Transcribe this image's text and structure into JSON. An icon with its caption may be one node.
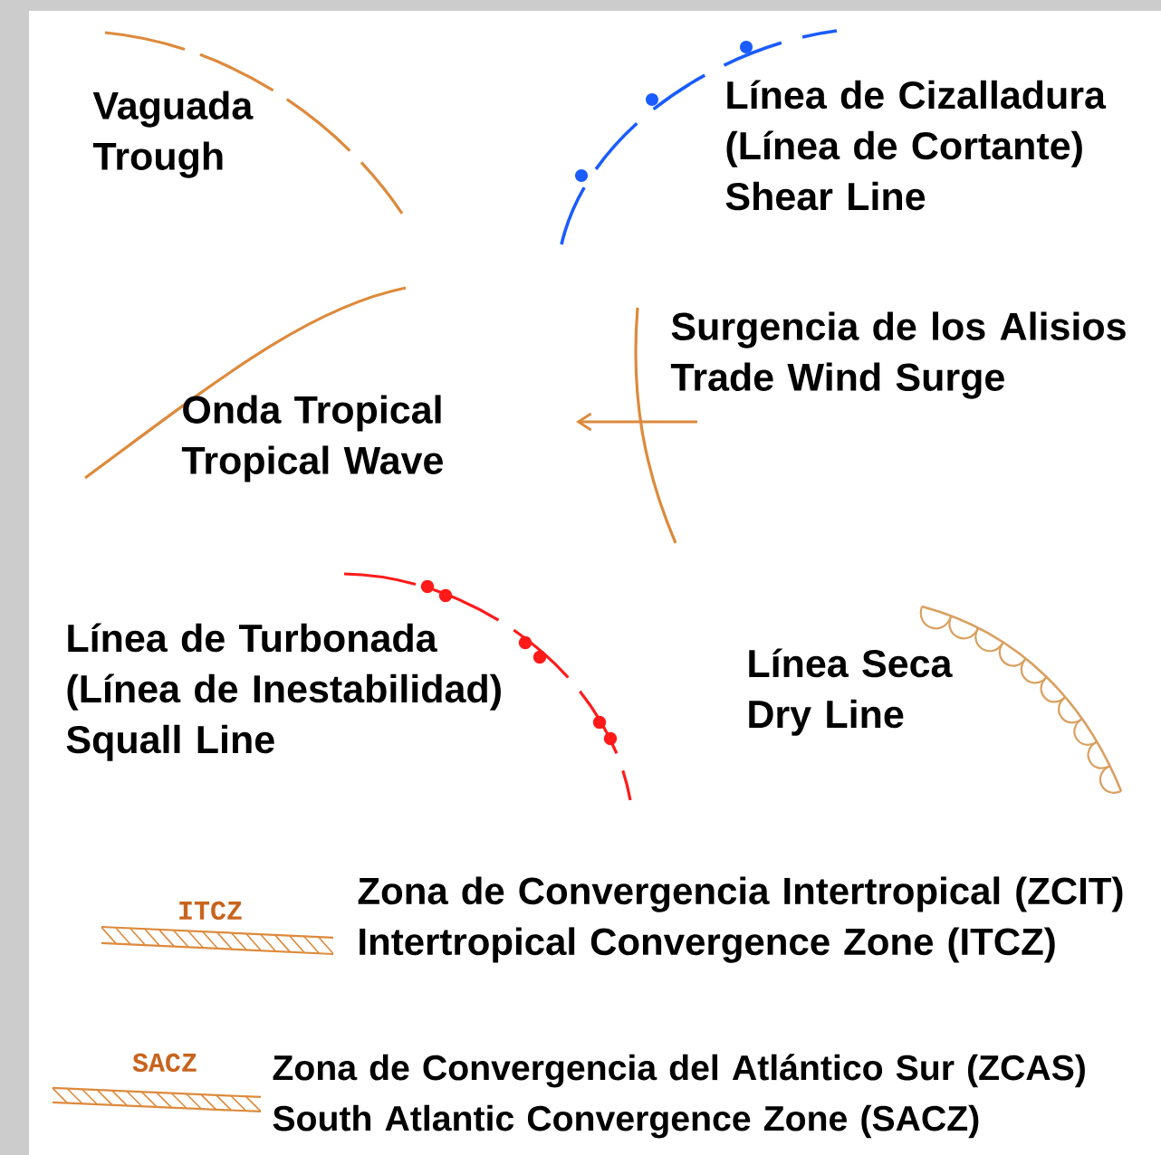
{
  "diagram": {
    "labels": [
      "ITCZ",
      "SACZ"
    ],
    "legend": [
      {
        "text": "Vaguada Trough"
      },
      {
        "text": "Línea de Cizalladura (Línea de Cortante) Shear Line"
      },
      {
        "text": "Onda Tropical Tropical Wave"
      },
      {
        "text": "Surgencia de los Alisios Trade Wind Surge"
      },
      {
        "text": "Línea de Turbonada (Línea de Inestabilidad) Squall Line"
      },
      {
        "text": "Línea Seca Dry Line"
      },
      {
        "text": "Zona de Convergencia Intertropical (ZCIT) Intertropical Convergence Zone (ITCZ)"
      },
      {
        "text": "Zona de Convergencia del Atlántico Sur (ZCAS) South Atlantic Convergence Zone (SACZ)"
      }
    ]
  }
}
